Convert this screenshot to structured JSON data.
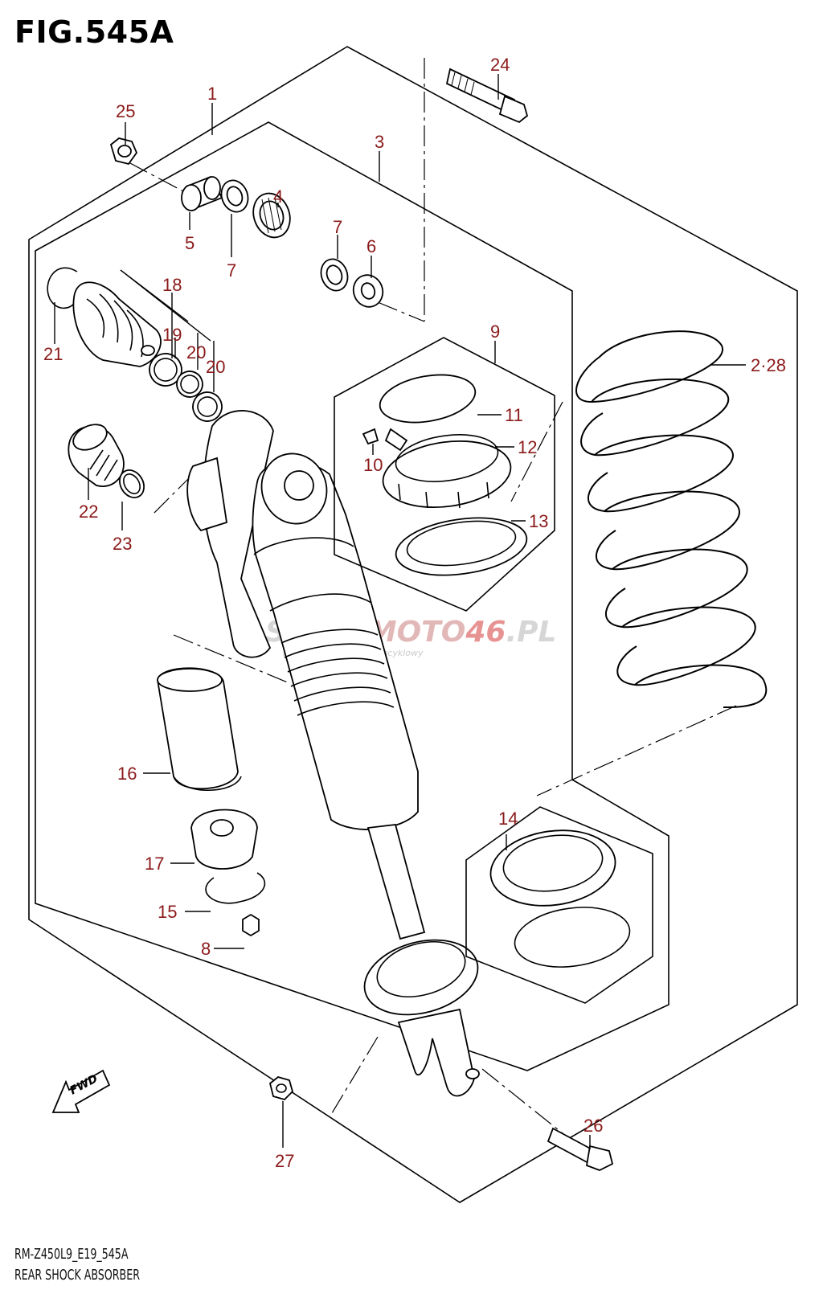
{
  "figure": {
    "title": "FIG.545A",
    "model_code": "RM-Z450L9_E19_545A",
    "name": "REAR SHOCK ABSORBER"
  },
  "watermark": {
    "brand_prefix": "SKLEP",
    "brand_mid": "MOTO",
    "brand_num": "46",
    "brand_suffix": ".PL",
    "tagline": "internetowy sklep motocyklowy"
  },
  "fwd_label": "FWD",
  "callouts": [
    "1",
    "2·28",
    "3",
    "4",
    "5",
    "6",
    "7",
    "7",
    "8",
    "9",
    "10",
    "11",
    "12",
    "13",
    "14",
    "15",
    "16",
    "17",
    "18",
    "19",
    "20",
    "20",
    "21",
    "22",
    "23",
    "24",
    "25",
    "26",
    "27"
  ]
}
